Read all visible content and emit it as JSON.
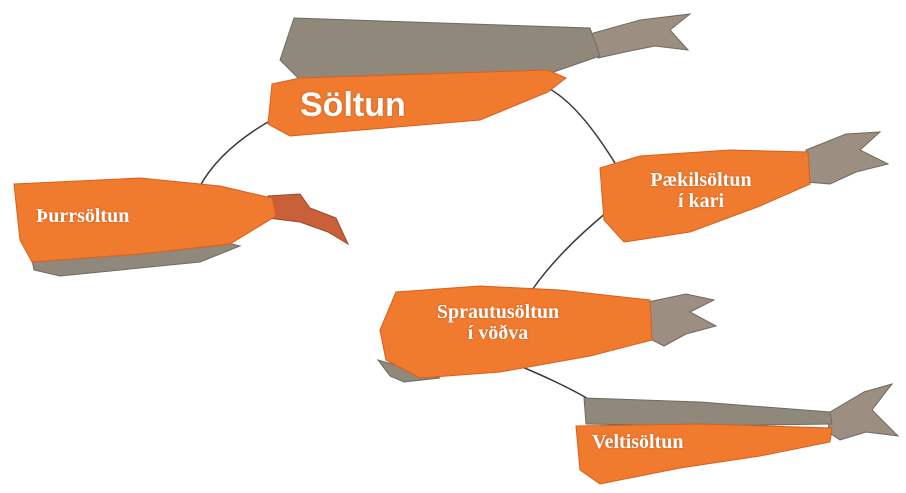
{
  "diagram": {
    "root": {
      "label": "Söltun"
    },
    "nodes": [
      {
        "id": "thurr",
        "lines": [
          "Þurrsöltun"
        ]
      },
      {
        "id": "paekil",
        "lines": [
          "Pækilsöltun",
          "í kari"
        ]
      },
      {
        "id": "spraut",
        "lines": [
          "Sprautusöltun",
          "í vöðva"
        ]
      },
      {
        "id": "velti",
        "lines": [
          "Veltisöltun"
        ]
      }
    ],
    "edges": [
      {
        "from": "root",
        "to": "thurr"
      },
      {
        "from": "root",
        "to": "paekil"
      },
      {
        "from": "paekil",
        "to": "spraut"
      },
      {
        "from": "spraut",
        "to": "velti"
      }
    ]
  },
  "colors": {
    "flesh": "#f07a2e",
    "flesh_dark": "#d85f1c",
    "skin": "#8f887b",
    "skin_dark": "#6f6a61",
    "fin": "#9c8e80",
    "line": "#3b3b3b"
  }
}
